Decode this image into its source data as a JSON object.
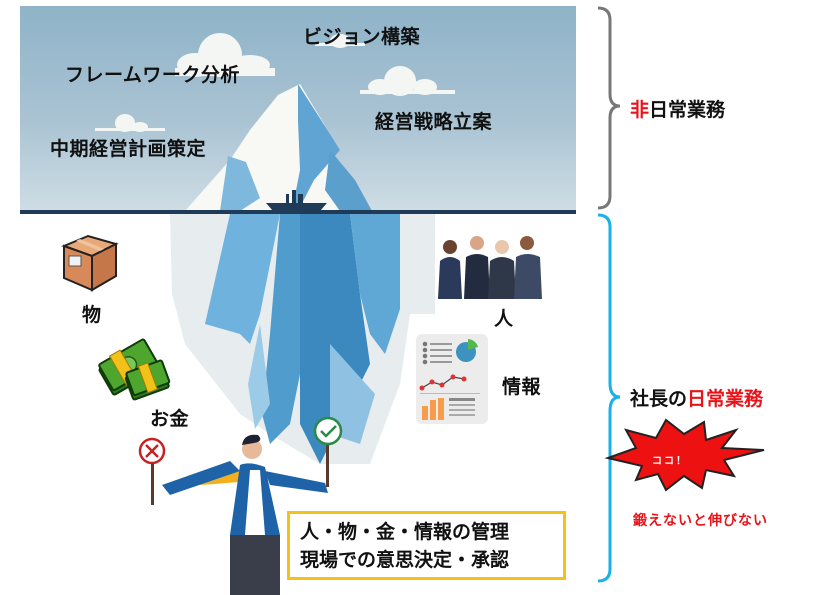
{
  "iceberg_diagram": {
    "above_water": {
      "items": [
        {
          "label": "ビジョン構築"
        },
        {
          "label": "フレームワーク分析"
        },
        {
          "label": "経営戦略立案"
        },
        {
          "label": "中期経営計画策定"
        }
      ]
    },
    "below_water": {
      "resources": [
        {
          "label": "物",
          "icon": "cardboard-box-icon"
        },
        {
          "label": "人",
          "icon": "business-people-icon"
        },
        {
          "label": "お金",
          "icon": "money-stack-icon"
        },
        {
          "label": "情報",
          "icon": "report-document-icon"
        }
      ],
      "summary_box": {
        "line1": "人・物・金・情報の管理",
        "line2": "現場での意思決定・承認"
      },
      "signs": {
        "reject": "reject-x-icon",
        "approve": "approve-check-icon"
      }
    },
    "brackets": {
      "upper": {
        "label_red": "非",
        "label_black": "日常業務",
        "color": "#777777"
      },
      "lower": {
        "label_black": "社長の",
        "label_red": "日常業務",
        "color": "#1ab0ea"
      }
    },
    "callout": {
      "burst_text": "ココ！",
      "note": "鍛えないと伸びない",
      "burst_color": "#ee1111"
    },
    "colors": {
      "accent_red": "#e8141a",
      "box_border": "#f2c21b",
      "sky": "#a9c3d3",
      "waterline": "#1f3b57"
    }
  }
}
